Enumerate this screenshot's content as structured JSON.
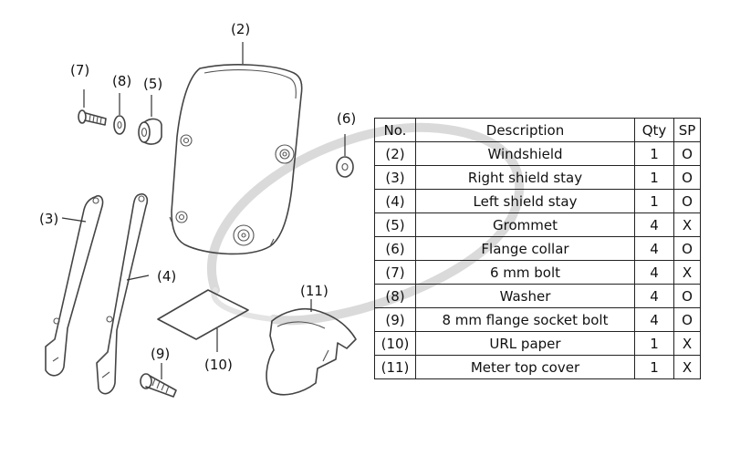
{
  "callouts": {
    "windshield": "(2)",
    "right_stay": "(3)",
    "left_stay": "(4)",
    "grommet": "(5)",
    "flange_collar": "(6)",
    "bolt_6mm": "(7)",
    "washer": "(8)",
    "flange_bolt_8mm": "(9)",
    "url_paper": "(10)",
    "meter_cover": "(11)"
  },
  "table": {
    "headers": {
      "no": "No.",
      "description": "Description",
      "qty": "Qty",
      "sp": "SP"
    },
    "rows": [
      {
        "no": "(2)",
        "description": "Windshield",
        "qty": "1",
        "sp": "O"
      },
      {
        "no": "(3)",
        "description": "Right shield stay",
        "qty": "1",
        "sp": "O"
      },
      {
        "no": "(4)",
        "description": "Left shield stay",
        "qty": "1",
        "sp": "O"
      },
      {
        "no": "(5)",
        "description": "Grommet",
        "qty": "4",
        "sp": "X"
      },
      {
        "no": "(6)",
        "description": "Flange collar",
        "qty": "4",
        "sp": "O"
      },
      {
        "no": "(7)",
        "description": "6 mm bolt",
        "qty": "4",
        "sp": "X"
      },
      {
        "no": "(8)",
        "description": "Washer",
        "qty": "4",
        "sp": "O"
      },
      {
        "no": "(9)",
        "description": "8 mm flange socket bolt",
        "qty": "4",
        "sp": "O"
      },
      {
        "no": "(10)",
        "description": "URL paper",
        "qty": "1",
        "sp": "X"
      },
      {
        "no": "(11)",
        "description": "Meter top cover",
        "qty": "1",
        "sp": "X"
      }
    ]
  },
  "colors": {
    "line": "#444444",
    "watermark": "#d9d9d9",
    "text": "#111111"
  },
  "watermark_icon": "oval-swoosh-watermark"
}
